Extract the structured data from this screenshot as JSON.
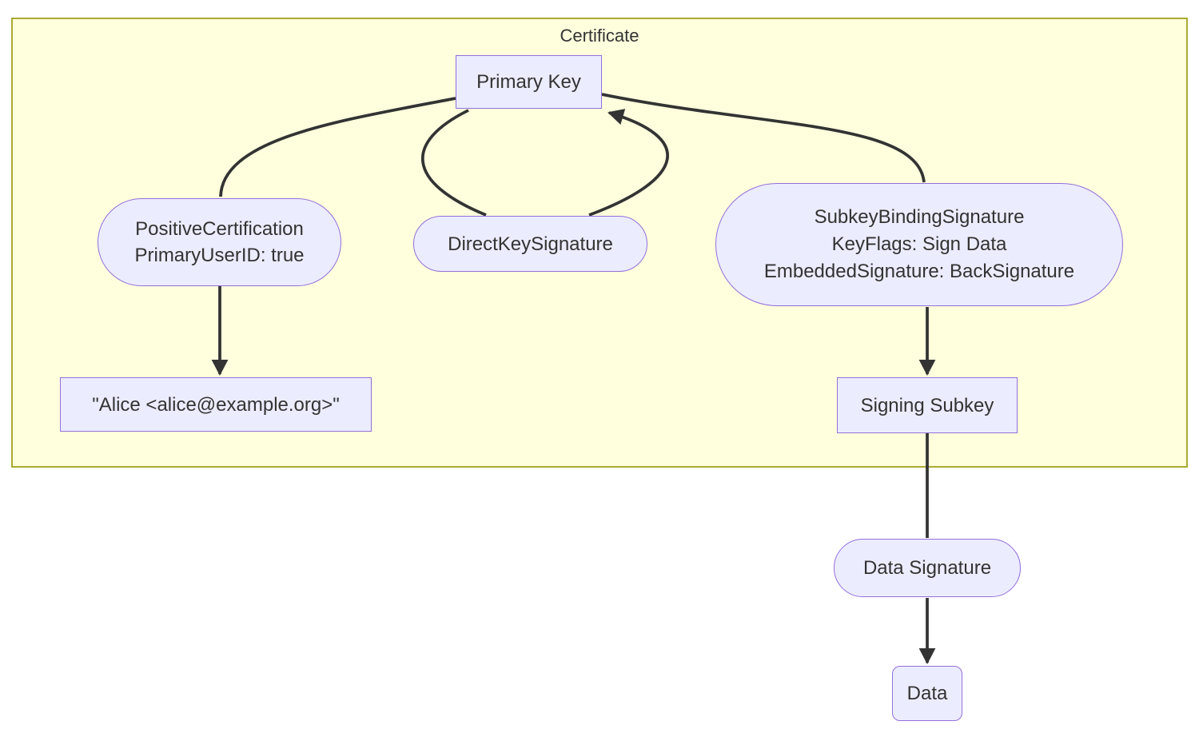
{
  "diagram": {
    "type": "flowchart",
    "cluster": {
      "title": "Certificate"
    },
    "nodes": {
      "primary_key": {
        "label": "Primary Key",
        "shape": "rect"
      },
      "positive_certification": {
        "shape": "stadium",
        "lines": [
          "PositiveCertification",
          "PrimaryUserID: true"
        ]
      },
      "direct_key_signature": {
        "label": "DirectKeySignature",
        "shape": "stadium"
      },
      "subkey_binding_signature": {
        "shape": "stadium",
        "lines": [
          "SubkeyBindingSignature",
          "KeyFlags: Sign Data",
          "EmbeddedSignature: BackSignature"
        ]
      },
      "user_id": {
        "label": "\"Alice <alice@example.org>\"",
        "shape": "rect"
      },
      "signing_subkey": {
        "label": "Signing Subkey",
        "shape": "rect"
      },
      "data_signature": {
        "label": "Data Signature",
        "shape": "stadium"
      },
      "data": {
        "label": "Data",
        "shape": "rounded-rect"
      }
    },
    "edges": [
      {
        "from": "Primary Key",
        "to": "PositiveCertification",
        "arrow": false
      },
      {
        "from": "PositiveCertification",
        "to": "\"Alice <alice@example.org>\"",
        "arrow": true
      },
      {
        "from": "Primary Key",
        "to": "DirectKeySignature",
        "arrow": false
      },
      {
        "from": "DirectKeySignature",
        "to": "Primary Key",
        "arrow": true
      },
      {
        "from": "Primary Key",
        "to": "SubkeyBindingSignature",
        "arrow": false
      },
      {
        "from": "SubkeyBindingSignature",
        "to": "Signing Subkey",
        "arrow": true
      },
      {
        "from": "Signing Subkey",
        "to": "Data Signature",
        "arrow": false
      },
      {
        "from": "Data Signature",
        "to": "Data",
        "arrow": true
      }
    ],
    "colors": {
      "node_fill": "#ECECFF",
      "node_border": "#9370DB",
      "cluster_fill": "#FFFFDE",
      "cluster_border": "#AAAA33",
      "edge": "#333333",
      "text": "#333333",
      "background": "#FFFFFF"
    }
  }
}
